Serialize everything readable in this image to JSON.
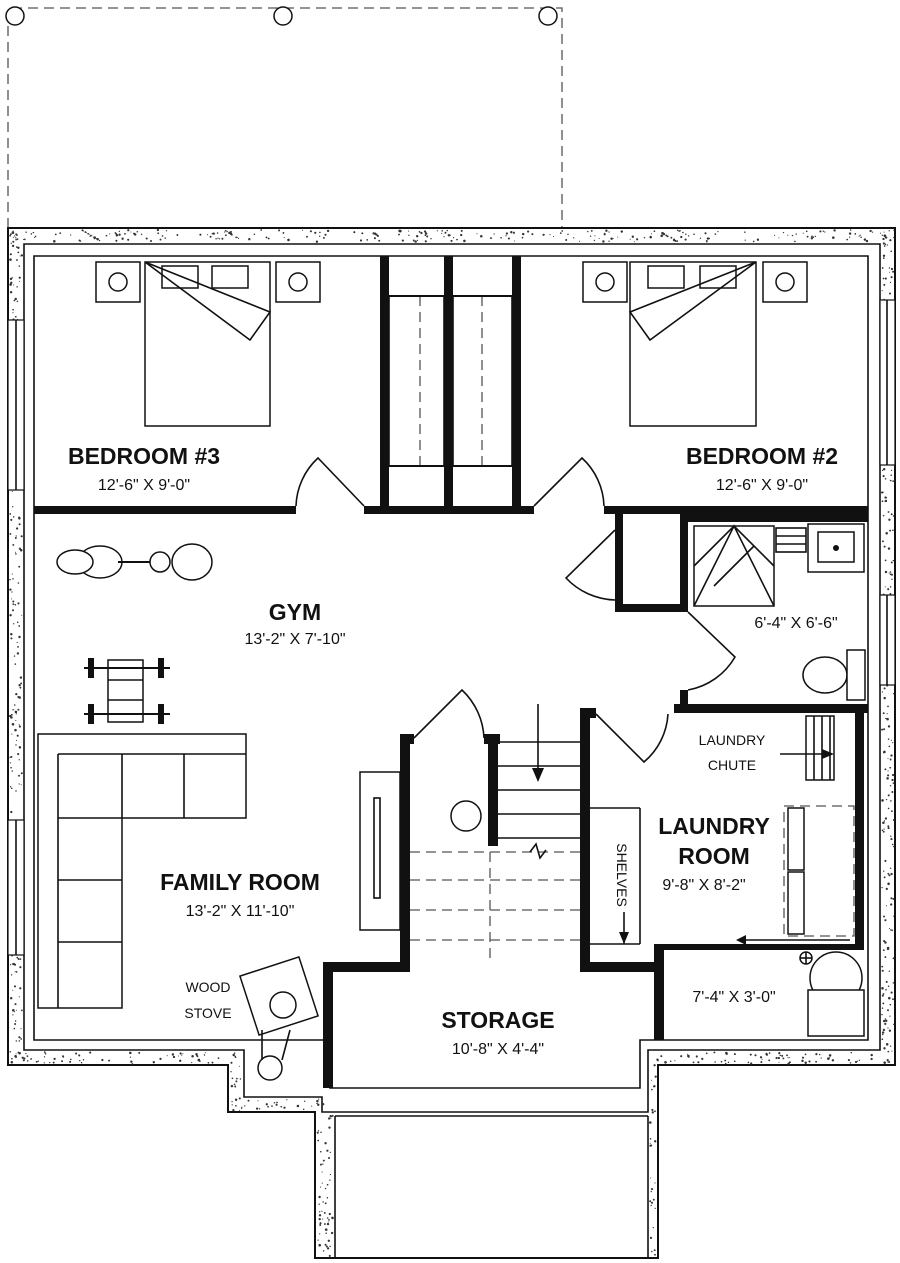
{
  "rooms": {
    "bedroom3": {
      "name": "BEDROOM #3",
      "dims": "12'-6\" X 9'-0\""
    },
    "bedroom2": {
      "name": "BEDROOM #2",
      "dims": "12'-6\" X 9'-0\""
    },
    "gym": {
      "name": "GYM",
      "dims": "13'-2\" X 7'-10\""
    },
    "bathroom": {
      "dims": "6'-4\" X 6'-6\""
    },
    "laundry": {
      "name_line1": "LAUNDRY",
      "name_line2": "ROOM",
      "dims": "9'-8\" X 8'-2\""
    },
    "family": {
      "name": "FAMILY ROOM",
      "dims": "13'-2\" X 11'-10\""
    },
    "storage": {
      "name": "STORAGE",
      "dims": "10'-8\" X 4'-4\""
    },
    "utility": {
      "dims": "7'-4\" X 3'-0\""
    }
  },
  "labels": {
    "laundry_chute_line1": "LAUNDRY",
    "laundry_chute_line2": "CHUTE",
    "wood_stove_line1": "WOOD",
    "wood_stove_line2": "STOVE",
    "shelves": "SHELVES"
  },
  "colors": {
    "wall": "#111111",
    "concrete": "#ffffff",
    "speckle": "#333333"
  }
}
